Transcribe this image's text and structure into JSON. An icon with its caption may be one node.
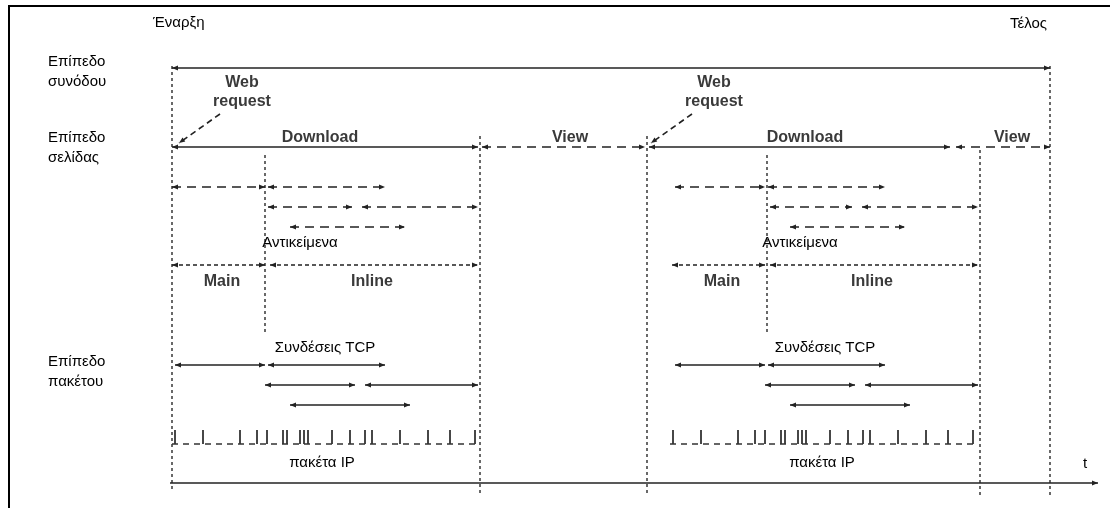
{
  "diagram": {
    "nodes": [
      {
        "text": [
          "Web request"
        ]
      },
      {
        "text": [
          "Web request"
        ]
      }
    ],
    "edges": [
      {
        "from": 0,
        "to": null,
        "arrow": "to",
        "style": "dashed"
      },
      {
        "from": 1,
        "to": null,
        "arrow": "to",
        "style": "dashed"
      }
    ],
    "labels": [
      "Έναρξη",
      "Τέλος",
      "Επίπεδο συνόδου",
      "Επίπεδο σελίδας",
      "Download",
      "View",
      "Download",
      "View",
      "Αντικείμενα",
      "Αντικείμενα",
      "Main",
      "Inline",
      "Main",
      "Inline",
      "Επίπεδο πακέτου",
      "Συνδέσεις TCP",
      "Συνδέσεις TCP",
      "πακέτα IP",
      "πακέτα IP",
      "t"
    ]
  }
}
